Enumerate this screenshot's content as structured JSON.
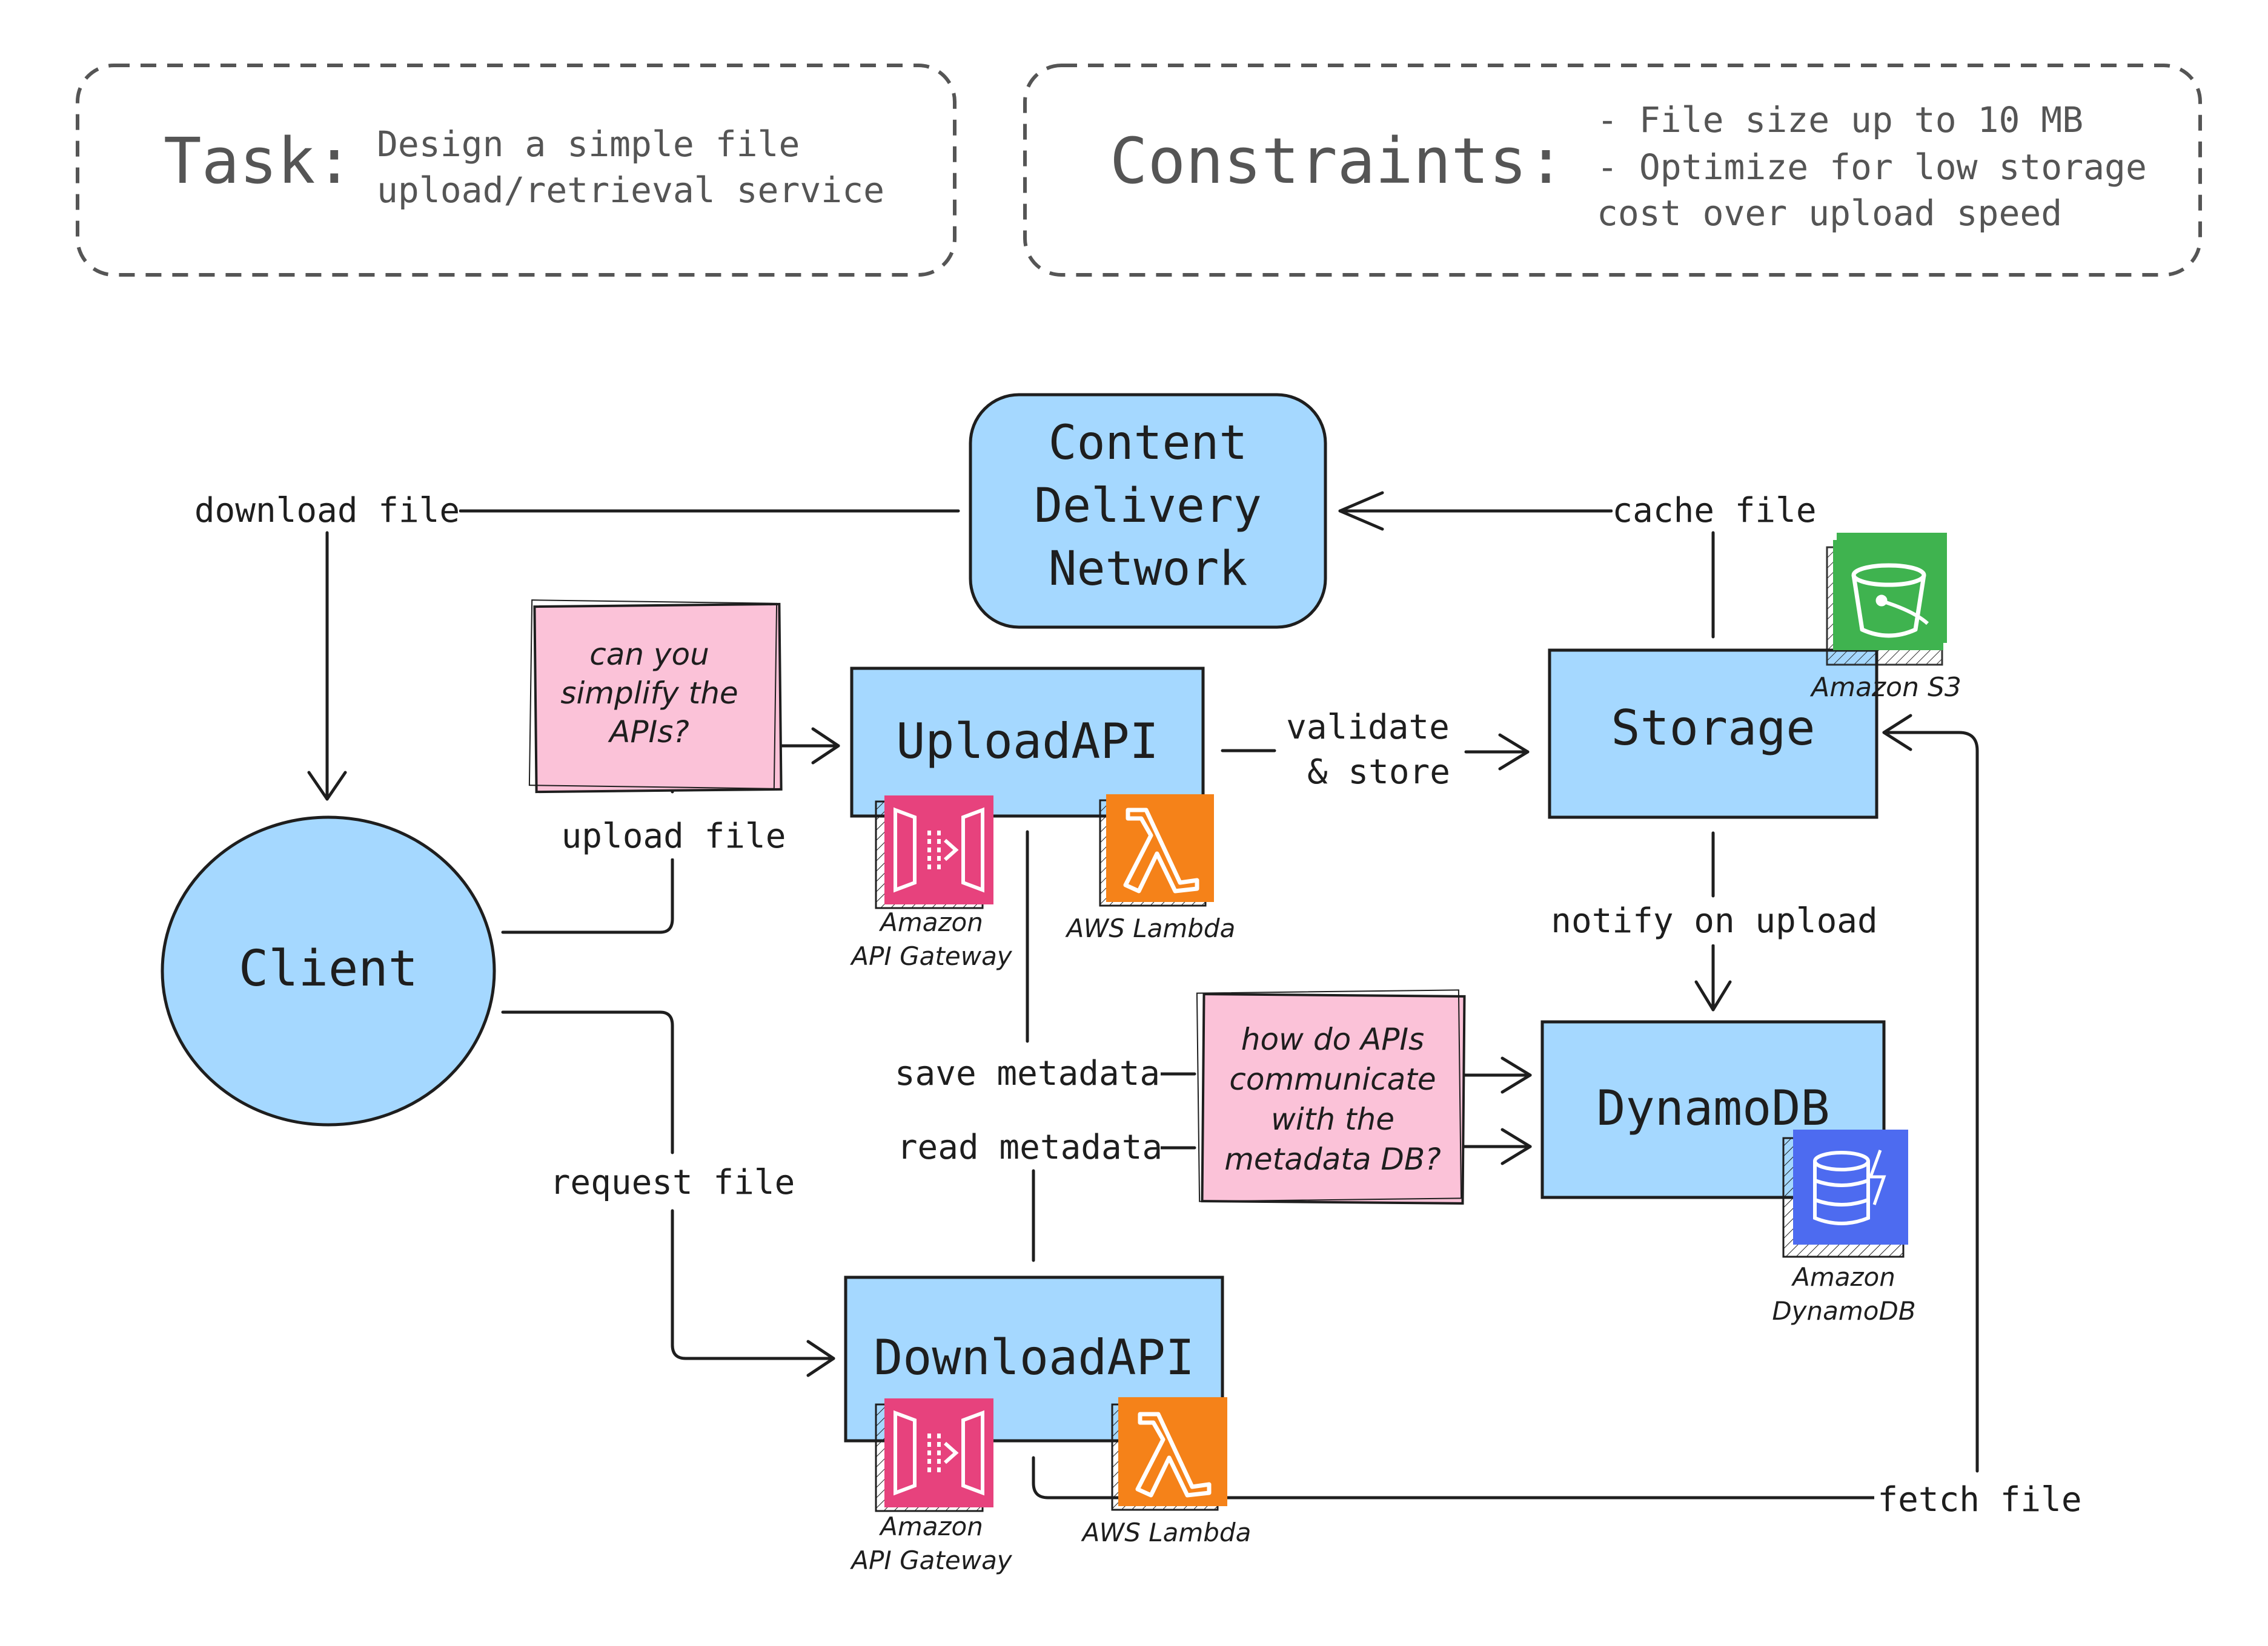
{
  "header": {
    "task": {
      "title": "Task:",
      "lines": [
        "Design a simple file",
        "upload/retrieval service"
      ]
    },
    "constraints": {
      "title": "Constraints:",
      "lines": [
        "- File size up to 10 MB",
        "- Optimize for low storage",
        "cost over upload speed"
      ]
    }
  },
  "nodes": {
    "cdn": {
      "lines": [
        "Content",
        "Delivery",
        "Network"
      ]
    },
    "client": {
      "label": "Client"
    },
    "upload_api": {
      "label": "UploadAPI"
    },
    "storage": {
      "label": "Storage"
    },
    "dynamodb": {
      "label": "DynamoDB"
    },
    "download_api": {
      "label": "DownloadAPI"
    }
  },
  "edges": {
    "download_file": "download file",
    "cache_file": "cache file",
    "upload_file": "upload file",
    "validate_store": [
      "validate",
      "& store"
    ],
    "notify_on_upload": "notify on upload",
    "save_metadata": "save metadata",
    "read_metadata": "read metadata",
    "request_file": "request file",
    "fetch_file": "fetch file"
  },
  "notes": {
    "simplify": [
      "can you",
      "simplify the",
      "APIs?"
    ],
    "communicate": [
      "how do APIs",
      "communicate",
      "with the",
      "metadata DB?"
    ]
  },
  "services": {
    "s3": {
      "label": "Amazon S3",
      "color": "#3FB34F",
      "icon": "bucket-icon"
    },
    "gateway_upload": {
      "label": [
        "Amazon",
        "API Gateway"
      ],
      "color": "#E7427D",
      "icon": "api-gateway-icon"
    },
    "lambda_upload": {
      "label": "AWS Lambda",
      "color": "#F58219",
      "icon": "lambda-icon"
    },
    "dynamodb": {
      "label": [
        "Amazon",
        "DynamoDB"
      ],
      "color": "#4D6BF0",
      "icon": "database-icon"
    },
    "gateway_download": {
      "label": [
        "Amazon",
        "API Gateway"
      ],
      "color": "#E7427D",
      "icon": "api-gateway-icon"
    },
    "lambda_download": {
      "label": "AWS Lambda",
      "color": "#F58219",
      "icon": "lambda-icon"
    }
  },
  "colors": {
    "node_fill": "#A5D8FF",
    "note_fill": "#FBC2D8",
    "stroke": "#1e1e1e"
  }
}
